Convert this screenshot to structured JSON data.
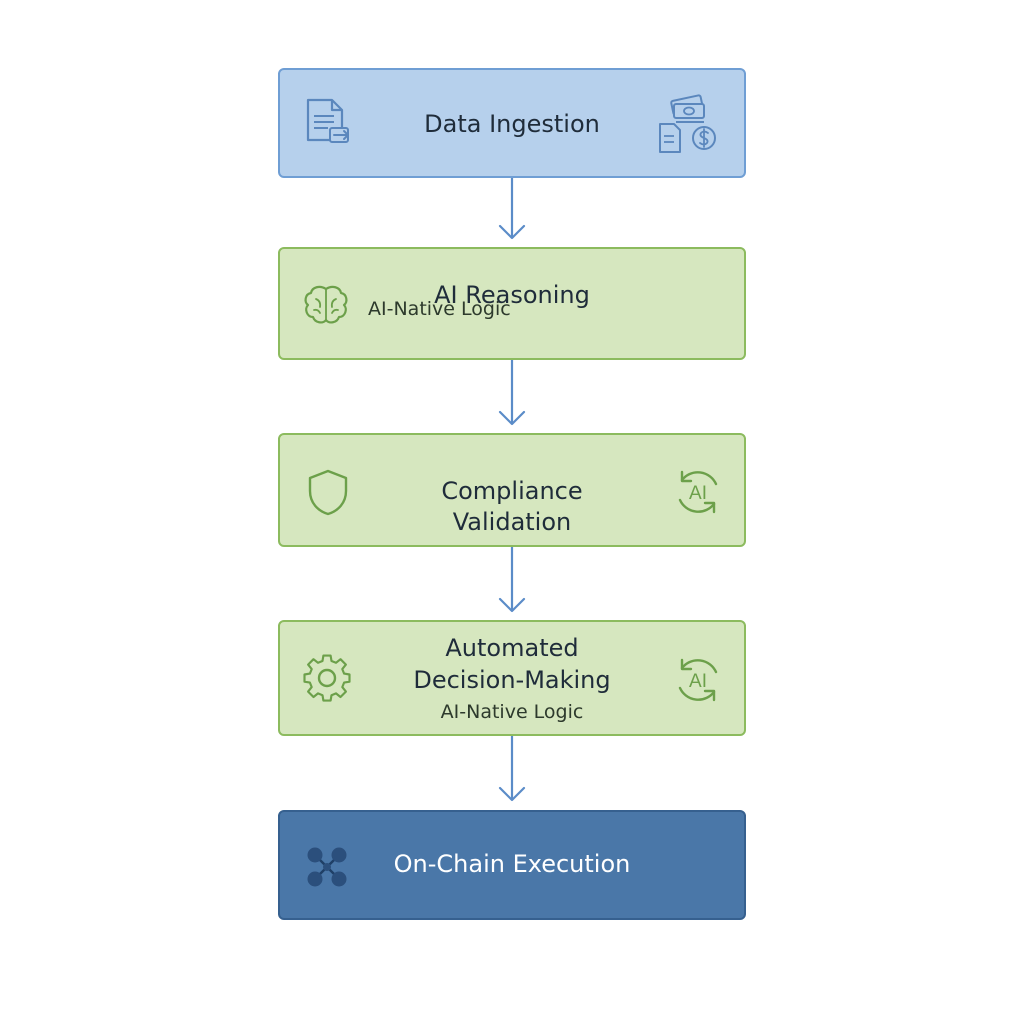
{
  "diagram": {
    "steps": [
      {
        "title": "Data Ingestion",
        "icons": [
          "document-transfer-icon",
          "money-document-icon"
        ]
      },
      {
        "title": "AI Reasoning",
        "subtitle": "AI-Native Logic",
        "icons": [
          "brain-icon"
        ]
      },
      {
        "title_line1": "Compliance",
        "title_line2": "Validation",
        "icons": [
          "shield-icon",
          "ai-cycle-icon"
        ],
        "icon_text": "AI"
      },
      {
        "title_line1": "Automated",
        "title_line2": "Decision-Making",
        "subtitle": "AI-Native Logic",
        "icons": [
          "gear-icon",
          "ai-cycle-icon"
        ],
        "icon_text": "AI"
      },
      {
        "title": "On-Chain Execution",
        "icons": [
          "blockchain-nodes-icon"
        ]
      }
    ],
    "colors": {
      "blue_fill": "#b6d0ec",
      "blue_border": "#6f9ed4",
      "green_fill": "#d6e7bf",
      "green_border": "#8cbb5e",
      "dark_fill": "#4a77a8",
      "arrow": "#5b8cc8"
    }
  }
}
